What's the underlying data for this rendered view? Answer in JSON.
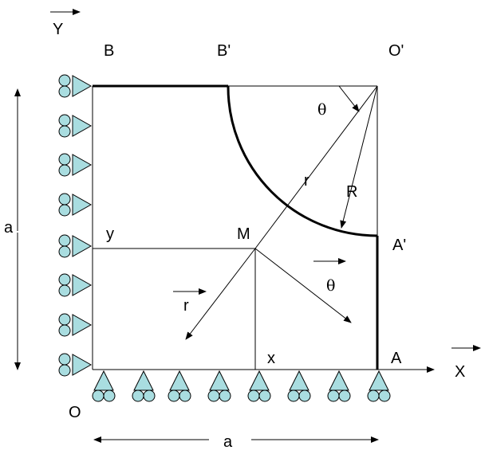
{
  "labels": {
    "Y": "Y",
    "B": "B",
    "B_prime": "B'",
    "O_prime": "O'",
    "theta_top": "θ",
    "r_radius": "r",
    "R_radius": "R",
    "a_left": "a",
    "y": "y",
    "M": "M",
    "A_prime": "A'",
    "r_vec": "r",
    "theta_vec": "θ",
    "x": "x",
    "A": "A",
    "X": "X",
    "O": "O",
    "a_bottom": "a"
  },
  "colors": {
    "support_fill": "#a9dde0",
    "line": "#000000",
    "background": "#ffffff"
  },
  "supports": {
    "left_count": 8,
    "bottom_count": 8,
    "type": "roller"
  }
}
